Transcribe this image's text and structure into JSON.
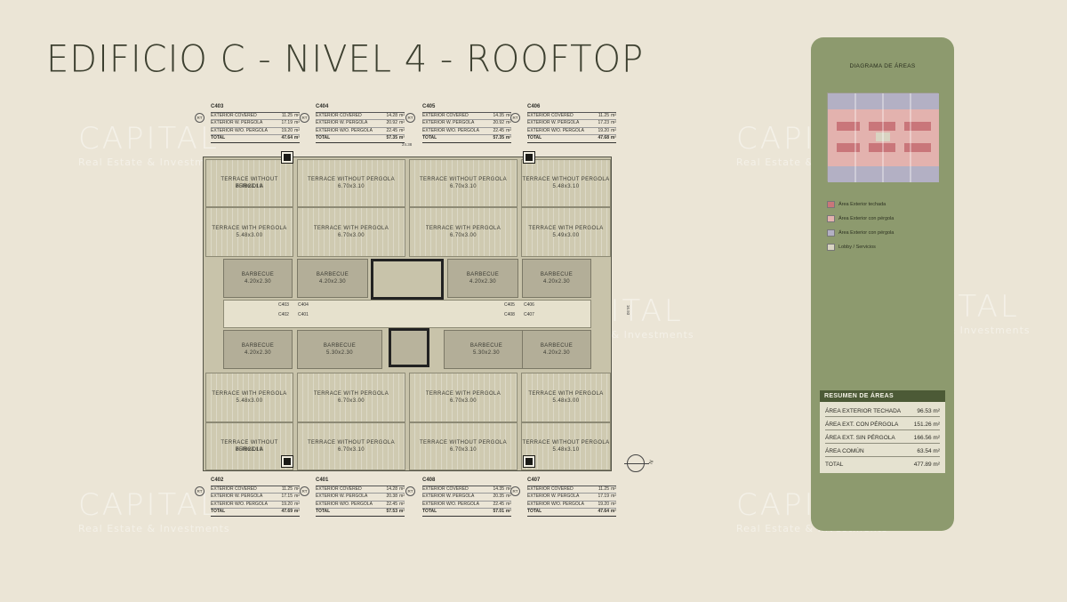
{
  "title": "EDIFICIO C - NIVEL 4 - ROOFTOP",
  "watermark": {
    "brand": "CAPITAL",
    "tagline": "Real Estate & Investments"
  },
  "units_top": [
    {
      "id": "C403",
      "tag": "RT",
      "rows": [
        [
          "EXTERIOR COVERED",
          "11.25"
        ],
        [
          "EXTERIOR W. PERGOLA",
          "17.19"
        ],
        [
          "EXTERIOR W/O. PERGOLA",
          "19.20"
        ]
      ],
      "total": "47.64"
    },
    {
      "id": "C404",
      "tag": "RT",
      "rows": [
        [
          "EXTERIOR COVERED",
          "14.28"
        ],
        [
          "EXTERIOR W. PERGOLA",
          "20.92"
        ],
        [
          "EXTERIOR W/O. PERGOLA",
          "22.45"
        ]
      ],
      "total": "57.35"
    },
    {
      "id": "C405",
      "tag": "RT",
      "rows": [
        [
          "EXTERIOR COVERED",
          "14.35"
        ],
        [
          "EXTERIOR W. PERGOLA",
          "20.92"
        ],
        [
          "EXTERIOR W/O. PERGOLA",
          "22.45"
        ]
      ],
      "total": "57.35"
    },
    {
      "id": "C406",
      "tag": "RT",
      "rows": [
        [
          "EXTERIOR COVERED",
          "11.25"
        ],
        [
          "EXTERIOR W. PERGOLA",
          "17.23"
        ],
        [
          "EXTERIOR W/O. PERGOLA",
          "19.20"
        ]
      ],
      "total": "47.68"
    }
  ],
  "units_bottom": [
    {
      "id": "C402",
      "tag": "RT",
      "rows": [
        [
          "EXTERIOR COVERED",
          "11.25"
        ],
        [
          "EXTERIOR W. PERGOLA",
          "17.15"
        ],
        [
          "EXTERIOR W/O. PERGOLA",
          "19.20"
        ]
      ],
      "total": "47.69"
    },
    {
      "id": "C401",
      "tag": "RT",
      "rows": [
        [
          "EXTERIOR COVERED",
          "14.28"
        ],
        [
          "EXTERIOR W. PERGOLA",
          "20.38"
        ],
        [
          "EXTERIOR W/O. PERGOLA",
          "22.45"
        ]
      ],
      "total": "57.53"
    },
    {
      "id": "C408",
      "tag": "RT",
      "rows": [
        [
          "EXTERIOR COVERED",
          "14.35"
        ],
        [
          "EXTERIOR W. PERGOLA",
          "20.35"
        ],
        [
          "EXTERIOR W/O. PERGOLA",
          "22.45"
        ]
      ],
      "total": "57.01"
    },
    {
      "id": "C407",
      "tag": "RT",
      "rows": [
        [
          "EXTERIOR COVERED",
          "11.25"
        ],
        [
          "EXTERIOR W. PERGOLA",
          "17.19"
        ],
        [
          "EXTERIOR W/O. PERGOLA",
          "19.20"
        ]
      ],
      "total": "47.64"
    }
  ],
  "unit_total_label": "TOTAL",
  "unit_area_unit": "m²",
  "plan": {
    "top_terrace_wo": [
      "TERRACE WITHOUT PERGOLA",
      "5.48x3.10",
      "TERRACE WITHOUT PERGOLA",
      "6.70x3.10",
      "TERRACE WITHOUT PERGOLA",
      "6.70x3.10",
      "TERRACE WITHOUT PERGOLA",
      "5.48x3.10"
    ],
    "top_terrace_w": [
      "TERRACE WITH PERGOLA",
      "5.48x3.00",
      "TERRACE WITH PERGOLA",
      "6.70x3.00",
      "TERRACE WITH PERGOLA",
      "6.70x3.00",
      "TERRACE WITH PERGOLA",
      "5.49x3.00"
    ],
    "bbq_top": [
      "BARBECUE",
      "4.20x2.30",
      "BARBECUE",
      "4.20x2.30",
      "BARBECUE",
      "4.20x2.30",
      "BARBECUE",
      "4.20x2.30"
    ],
    "bbq_bottom": [
      "BARBECUE",
      "4.20x2.30",
      "BARBECUE",
      "5.30x2.30",
      "BARBECUE",
      "5.30x2.30",
      "BARBECUE",
      "4.20x2.30"
    ],
    "bottom_terrace_w": [
      "TERRACE WITH PERGOLA",
      "5.48x3.00",
      "TERRACE WITH PERGOLA",
      "6.70x3.00",
      "TERRACE WITH PERGOLA",
      "6.70x3.00",
      "TERRACE WITH PERGOLA",
      "5.48x3.00"
    ],
    "bottom_terrace_wo": [
      "TERRACE WITHOUT PERGOLA",
      "5.48x3.10",
      "TERRACE WITHOUT PERGOLA",
      "6.70x3.10",
      "TERRACE WITHOUT PERGOLA",
      "6.70x3.10",
      "TERRACE WITHOUT PERGOLA",
      "5.48x3.10"
    ],
    "door_labels": [
      "C403",
      "C404",
      "C402",
      "C401",
      "C405",
      "C406",
      "C408",
      "C407"
    ],
    "dim_width": "24.38",
    "dim_height": "16.93",
    "north": "N"
  },
  "diagram": {
    "title": "DIAGRAMA DE ÁREAS",
    "legend": [
      {
        "label": "Área Exterior techada",
        "color": "#c9767a"
      },
      {
        "label": "Área Exterior con pérgola",
        "color": "#e3b2ae"
      },
      {
        "label": "Área Exterior con pérgola",
        "color": "#b3b0c4"
      },
      {
        "label": "Lobby / Servicios",
        "color": "#d9d4c2"
      }
    ]
  },
  "summary": {
    "title": "RESUMEN DE ÁREAS",
    "rows": [
      {
        "label": "ÁREA EXTERIOR TECHADA",
        "value": "96.53 m²"
      },
      {
        "label": "ÁREA EXT. CON PÉRGOLA",
        "value": "151.26 m²"
      },
      {
        "label": "ÁREA EXT. SIN PÉRGOLA",
        "value": "166.56 m²"
      },
      {
        "label": "ÁREA COMÚN",
        "value": "63.54 m²"
      },
      {
        "label": "TOTAL",
        "value": "477.89 m²"
      }
    ]
  }
}
